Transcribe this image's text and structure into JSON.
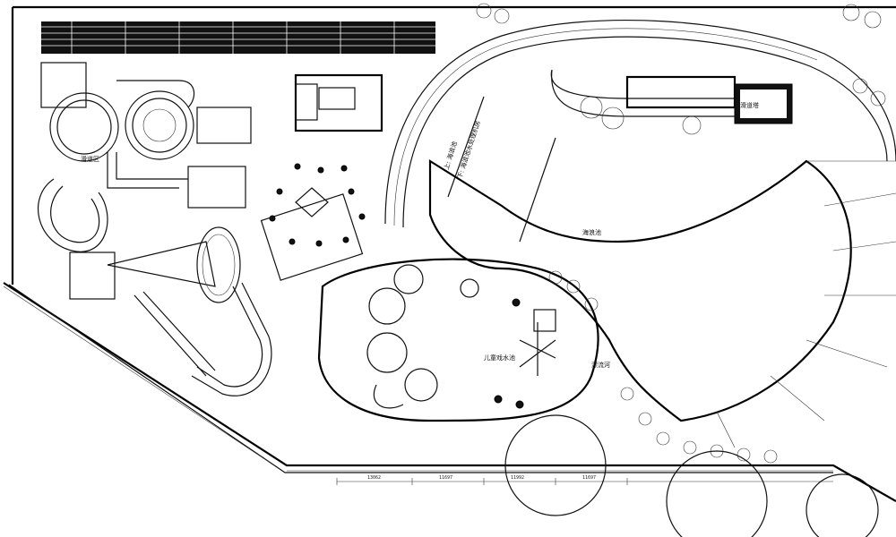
{
  "drawing": {
    "labels": {
      "pool_vertical": "上: 海浪池",
      "pool_down": "下: 海浪池水处理机房",
      "wave_pool": "海浪池",
      "slide_tower": "滑道塔",
      "kids_pool": "儿童戏水池",
      "lazy_river": "漂流河",
      "slide_area": "滑道区"
    }
  }
}
